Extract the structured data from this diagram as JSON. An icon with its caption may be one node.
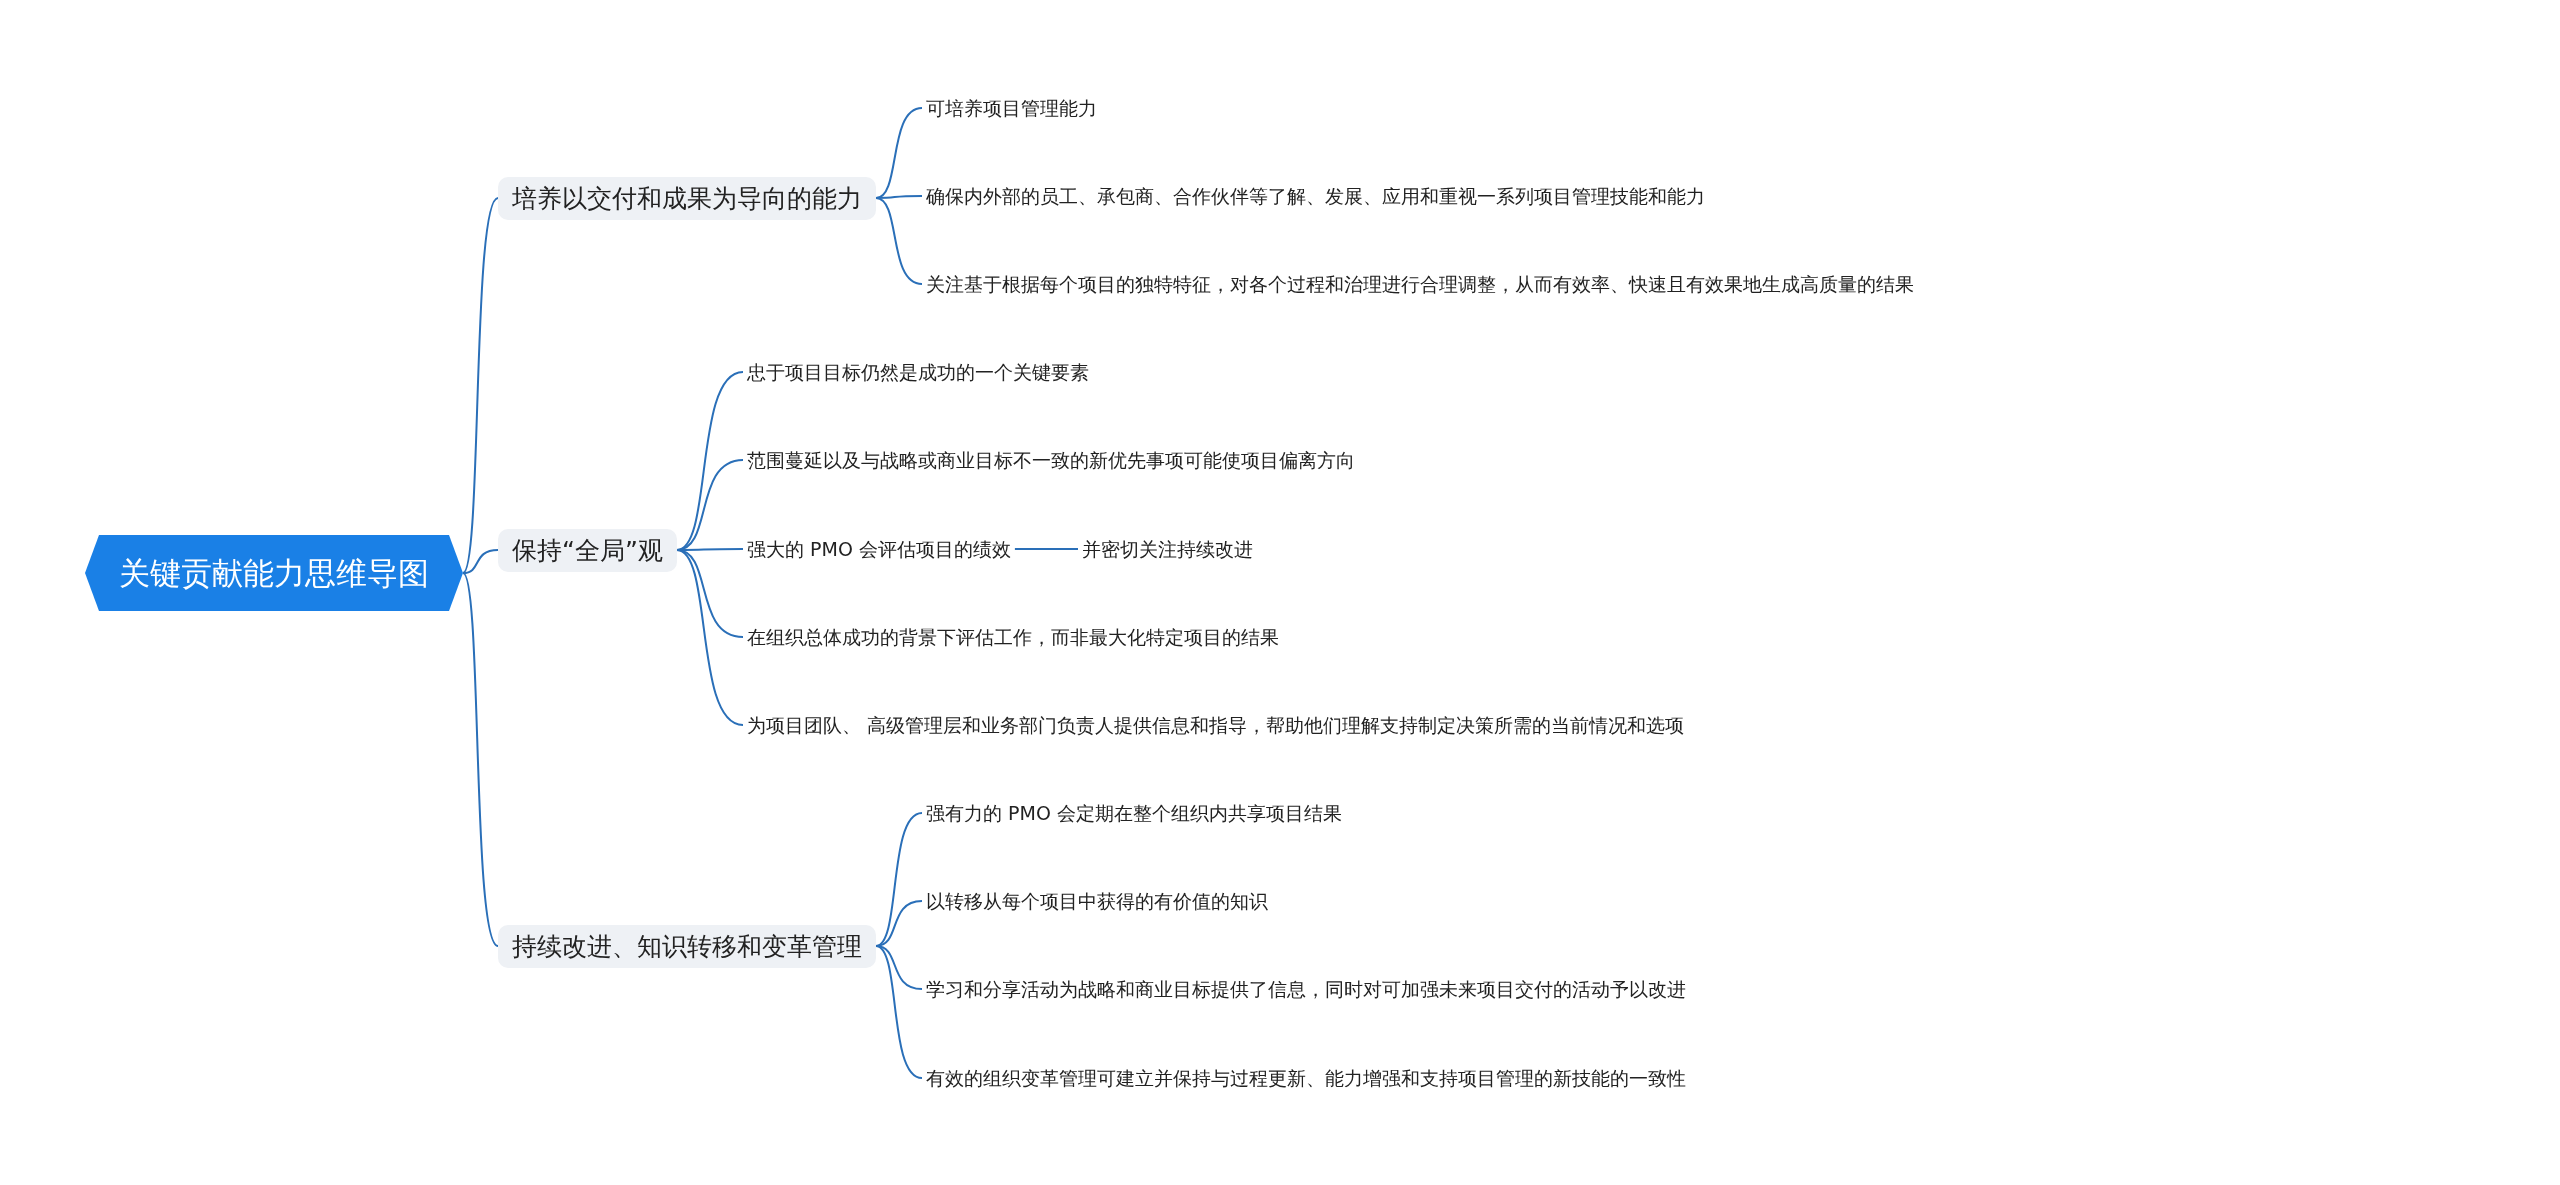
{
  "diagram": {
    "nodes": [
      {
        "text": [
          "关键贡献能力思维导图"
        ]
      },
      {
        "text": [
          "培养以交付和成果为导向的能力"
        ]
      },
      {
        "text": [
          "可培养项目管理能力"
        ]
      },
      {
        "text": [
          "确保内外部的员工、承包商、合作伙伴等了解、发展、应用和重视一系列项目管理技能和能力"
        ]
      },
      {
        "text": [
          "关注基于根据每个项目的独特特征，对各个过程和治理进行合理调整，从而有效率、快速且有效果地生成高质量的结果"
        ]
      },
      {
        "text": [
          "保持“全局”观"
        ]
      },
      {
        "text": [
          "忠于项目目标仍然是成功的一个关键要素"
        ]
      },
      {
        "text": [
          "范围蔓延以及与战略或商业目标不一致的新优先事项可能使项目偏离方向"
        ]
      },
      {
        "text": [
          "强大的 PMO 会评估项目的绩效"
        ]
      },
      {
        "text": [
          "并密切关注持续改进"
        ]
      },
      {
        "text": [
          "在组织总体成功的背景下评估工作，而非最大化特定项目的结果"
        ]
      },
      {
        "text": [
          "为项目团队、 高级管理层和业务部门负责人提供信息和指导，帮助他们理解支持制定决策所需的当前情况和选项"
        ]
      },
      {
        "text": [
          "持续改进、知识转移和变革管理"
        ]
      },
      {
        "text": [
          "强有力的 PMO 会定期在整个组织内共享项目结果"
        ]
      },
      {
        "text": [
          "以转移从每个项目中获得的有价值的知识"
        ]
      },
      {
        "text": [
          "学习和分享活动为战略和商业目标提供了信息，同时对可加强未来项目交付的活动予以改进"
        ]
      },
      {
        "text": [
          "有效的组织变革管理可建立并保持与过程更新、能力增强和支持项目管理的新技能的一致性"
        ]
      }
    ],
    "edges": [
      {
        "from": 0,
        "to": 1,
        "arrow": "none"
      },
      {
        "from": 1,
        "to": 2,
        "arrow": "none"
      },
      {
        "from": 1,
        "to": 3,
        "arrow": "none"
      },
      {
        "from": 1,
        "to": 4,
        "arrow": "none"
      },
      {
        "from": 0,
        "to": 5,
        "arrow": "none"
      },
      {
        "from": 5,
        "to": 6,
        "arrow": "none"
      },
      {
        "from": 5,
        "to": 7,
        "arrow": "none"
      },
      {
        "from": 5,
        "to": 8,
        "arrow": "none"
      },
      {
        "from": 8,
        "to": 9,
        "arrow": "none"
      },
      {
        "from": 5,
        "to": 10,
        "arrow": "none"
      },
      {
        "from": 5,
        "to": 11,
        "arrow": "none"
      },
      {
        "from": 0,
        "to": 12,
        "arrow": "none"
      },
      {
        "from": 12,
        "to": 13,
        "arrow": "none"
      },
      {
        "from": 12,
        "to": 14,
        "arrow": "none"
      },
      {
        "from": 12,
        "to": 15,
        "arrow": "none"
      },
      {
        "from": 12,
        "to": 16,
        "arrow": "none"
      }
    ]
  }
}
